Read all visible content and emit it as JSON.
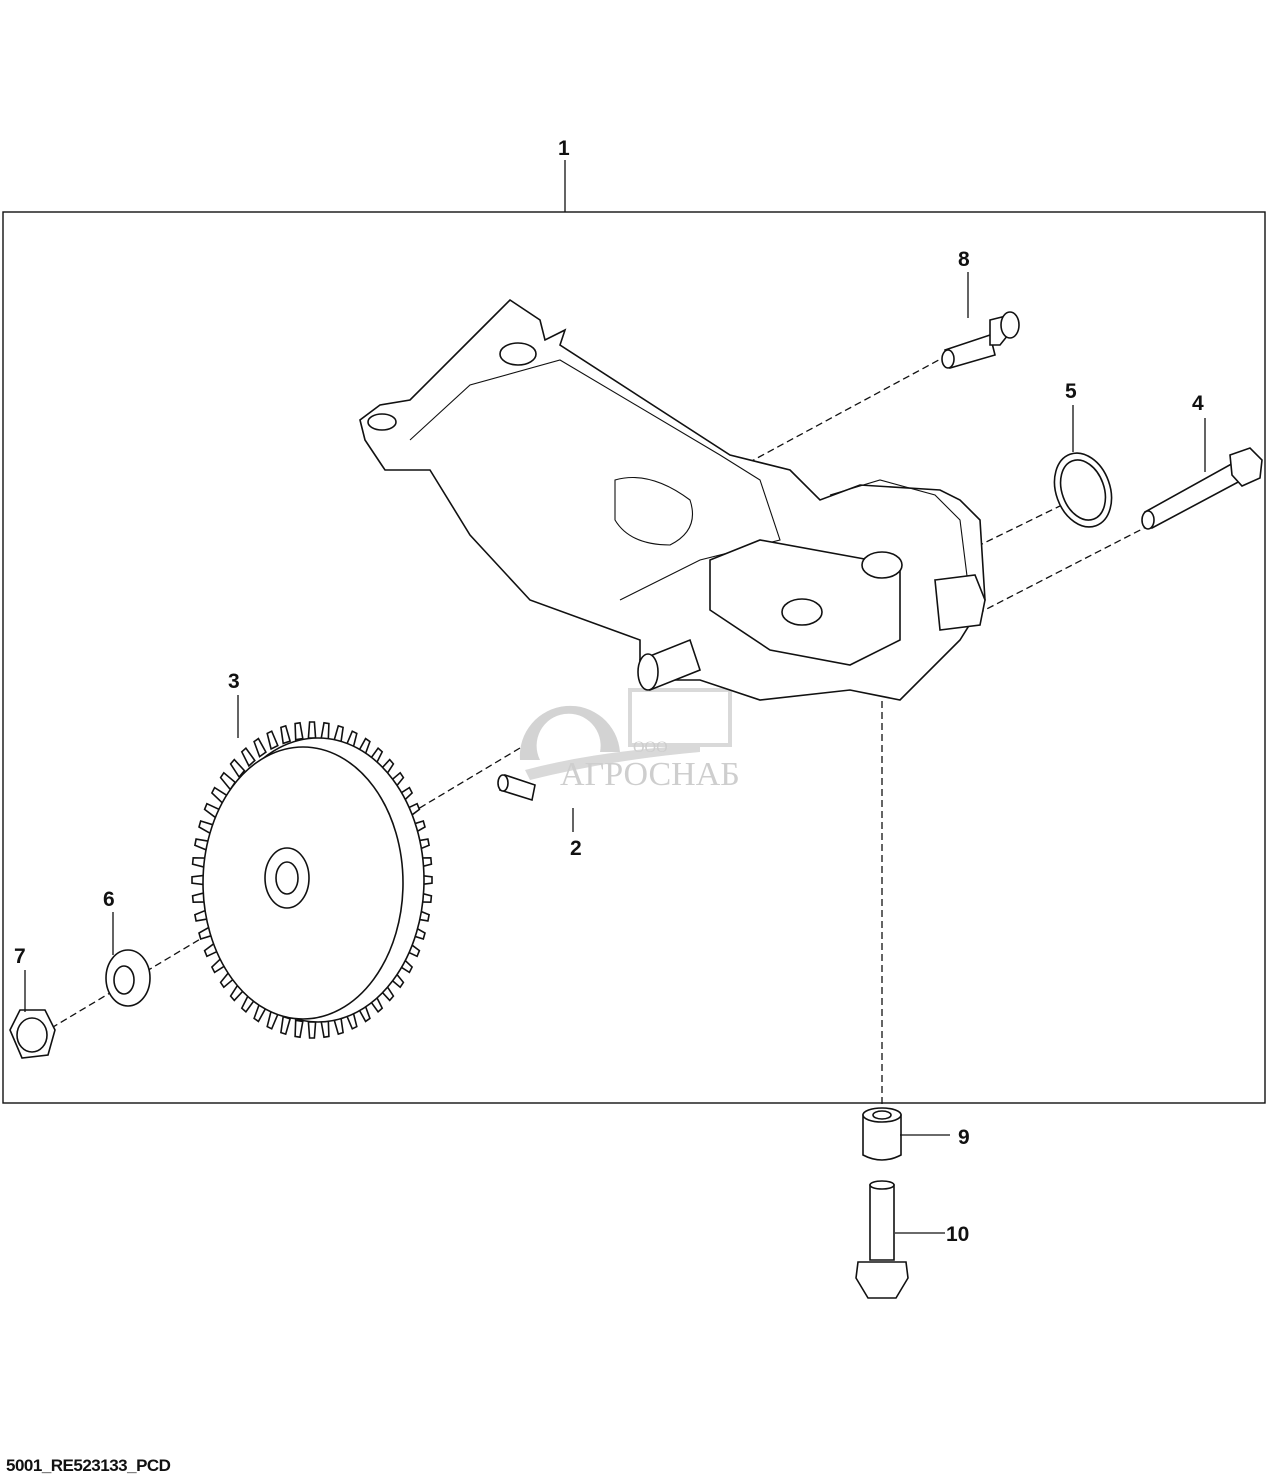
{
  "diagram": {
    "callouts": {
      "c1": "1",
      "c2": "2",
      "c3": "3",
      "c4": "4",
      "c5": "5",
      "c6": "6",
      "c7": "7",
      "c8": "8",
      "c9": "9",
      "c10": "10"
    },
    "footer_code": "5001_RE523133_PCD",
    "watermark": {
      "prefix": "ООО",
      "name": "АГРОСНАБ"
    },
    "gear_teeth": 52
  }
}
